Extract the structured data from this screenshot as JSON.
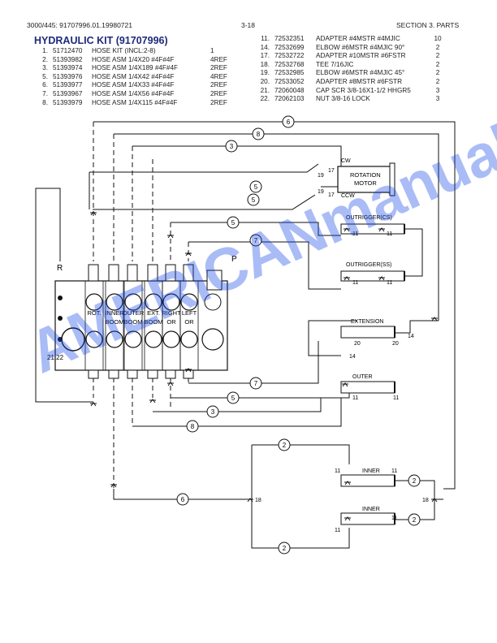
{
  "header": {
    "left": "3000/445:  91707996.01.19980721",
    "center": "3-18",
    "right": "SECTION 3. PARTS"
  },
  "kit_title": "HYDRAULIC KIT (91707996)",
  "parts_left": [
    {
      "no": "1.",
      "pn": "51712470",
      "desc": "HOSE KIT (INCL:2-8)",
      "qty": "1"
    },
    {
      "no": "2.",
      "pn": "51393982",
      "desc": "HOSE ASM 1/4X20 #4F#4F",
      "qty": "4REF"
    },
    {
      "no": "3.",
      "pn": "51393974",
      "desc": "HOSE ASM 1/4X189 #4F#4F",
      "qty": "2REF"
    },
    {
      "no": "5.",
      "pn": "51393976",
      "desc": "HOSE ASM 1/4X42 #4F#4F",
      "qty": "4REF"
    },
    {
      "no": "6.",
      "pn": "51393977",
      "desc": "HOSE ASM 1/4X33 #4F#4F",
      "qty": "2REF"
    },
    {
      "no": "7.",
      "pn": "51393967",
      "desc": "HOSE ASM 1/4X56 #4F#4F",
      "qty": "2REF"
    },
    {
      "no": "8.",
      "pn": "51393979",
      "desc": "HOSE ASM 1/4X115 #4F#4F",
      "qty": "2REF"
    }
  ],
  "parts_right": [
    {
      "no": "11.",
      "pn": "72532351",
      "desc": "ADAPTER #4MSTR #4MJIC",
      "qty": "10"
    },
    {
      "no": "14.",
      "pn": "72532699",
      "desc": "ELBOW #6MSTR #4MJIC 90°",
      "qty": "2"
    },
    {
      "no": "17.",
      "pn": "72532722",
      "desc": "ADAPTER #10MSTR #6FSTR",
      "qty": "2"
    },
    {
      "no": "18.",
      "pn": "72532768",
      "desc": "TEE 7/16JIC",
      "qty": "2"
    },
    {
      "no": "19.",
      "pn": "72532985",
      "desc": "ELBOW #6MSTR #4MJIC 45°",
      "qty": "2"
    },
    {
      "no": "20.",
      "pn": "72533052",
      "desc": "ADAPTER #8MSTR #6FSTR",
      "qty": "2"
    },
    {
      "no": "21.",
      "pn": "72060048",
      "desc": "CAP SCR 3/8-16X1-1/2 HHGR5",
      "qty": "3"
    },
    {
      "no": "22.",
      "pn": "72062103",
      "desc": "NUT 3/8-16 LOCK",
      "qty": "3"
    }
  ],
  "diagram": {
    "valve_sections": [
      {
        "top": "ROT.",
        "bottom": ""
      },
      {
        "top": "INNER",
        "bottom": "BOOM"
      },
      {
        "top": "OUTER",
        "bottom": "BOOM"
      },
      {
        "top": "EXT.",
        "bottom": "BOOM"
      },
      {
        "top": "RIGHT",
        "bottom": "OR"
      },
      {
        "top": "LEFT",
        "bottom": "OR"
      }
    ],
    "port_r": "R",
    "port_p": "P",
    "fastener_callout": "21,22",
    "rotation_motor": {
      "line1": "ROTATION",
      "line2": "MOTOR",
      "cw": "CW",
      "ccw": "CCW"
    },
    "cylinders": {
      "outrigger_cs": "OUTRIGGER(CS)",
      "outrigger_ss": "OUTRIGGER(SS)",
      "extension": "EXTENSION",
      "outer": "OUTER",
      "inner_a": "INNER",
      "inner_b": "INNER"
    },
    "item_labels": {
      "n19": "19",
      "n17": "17",
      "n11": "11",
      "n14": "14",
      "n20": "20",
      "n18": "18"
    },
    "hose_numbers": {
      "h6": "6",
      "h8": "8",
      "h3": "3",
      "h5": "5",
      "h7": "7",
      "h2": "2"
    }
  },
  "watermark": "AMERICANmanual.net"
}
